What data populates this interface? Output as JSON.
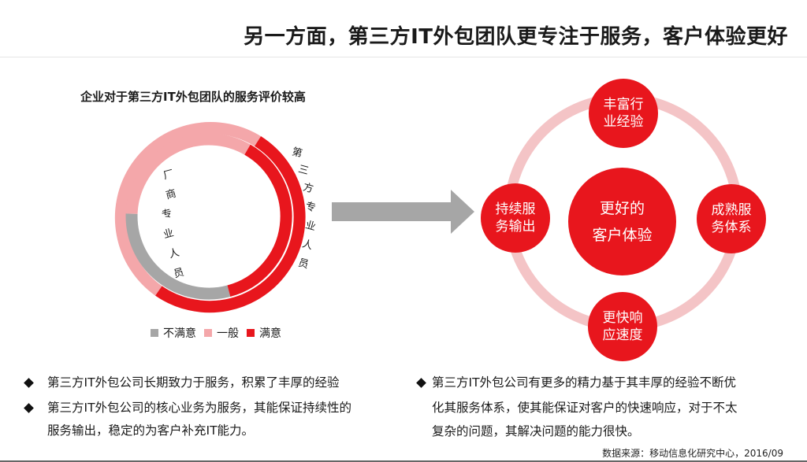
{
  "page_title": "另一方面，第三方IT外包团队更专注于服务，客户体验更好",
  "chart_title": "企业对于第三方IT外包团队的服务评价较高",
  "rings": {
    "outer_label": "第三方专业人员",
    "inner_label": "厂商专业人员",
    "colors": {
      "dissatisfied": "#a6a6a6",
      "average": "#f4a7aa",
      "satisfied": "#e8161d"
    }
  },
  "legend": [
    {
      "label": "不满意",
      "color": "#a6a6a6"
    },
    {
      "label": "一般",
      "color": "#f4a7aa"
    },
    {
      "label": "满意",
      "color": "#e8161d"
    }
  ],
  "diagram": {
    "center_line1": "更好的",
    "center_line2": "客户体验",
    "top_line1": "丰富行",
    "top_line2": "业经验",
    "right_line1": "成熟服",
    "right_line2": "务体系",
    "bottom_line1": "更快响",
    "bottom_line2": "应速度",
    "left_line1": "持续服",
    "left_line2": "务输出",
    "ring_color": "#f4c4c6",
    "node_color": "#e8161d",
    "arrow_color": "#a6a6a6"
  },
  "bullets_left": [
    "第三方IT外包公司长期致力于服务，积累了丰厚的经验",
    "第三方IT外包公司的核心业务为服务，其能保证持续性的",
    "服务输出，稳定的为客户补充IT能力。"
  ],
  "bullets_right": [
    "第三方IT外包公司有更多的精力基于其丰厚的经验不断优",
    "化其服务体系，使其能保证对客户的快速响应，对于不太",
    "复杂的问题，其解决问题的能力很快。"
  ],
  "source": "数据来源：移动信息化研究中心，2016/09"
}
